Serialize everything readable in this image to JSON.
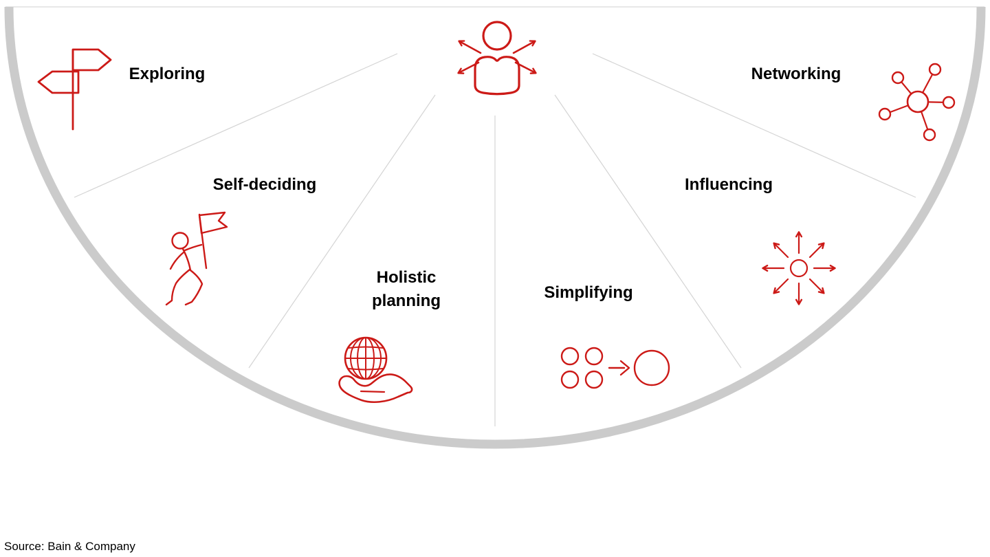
{
  "diagram": {
    "type": "semicircle-sector-diagram",
    "sector_count": 6,
    "center_icon": "person-outward-arrows-icon",
    "colors": {
      "accent_red": "#cc1a17",
      "arc_gray": "#cbcbcb",
      "divider_gray": "#d4d4d4",
      "top_line_gray": "#e0e0e0",
      "label_black": "#000000"
    },
    "segments": [
      {
        "label": "Exploring",
        "icon": "signpost-icon"
      },
      {
        "label": "Self-deciding",
        "icon": "person-with-flag-icon"
      },
      {
        "label": "Holistic planning",
        "icon": "globe-in-hand-icon"
      },
      {
        "label": "Simplifying",
        "icon": "circles-merge-icon"
      },
      {
        "label": "Influencing",
        "icon": "radiating-arrows-icon"
      },
      {
        "label": "Networking",
        "icon": "network-hub-icon"
      }
    ]
  },
  "footer": {
    "source": "Source: Bain & Company"
  }
}
